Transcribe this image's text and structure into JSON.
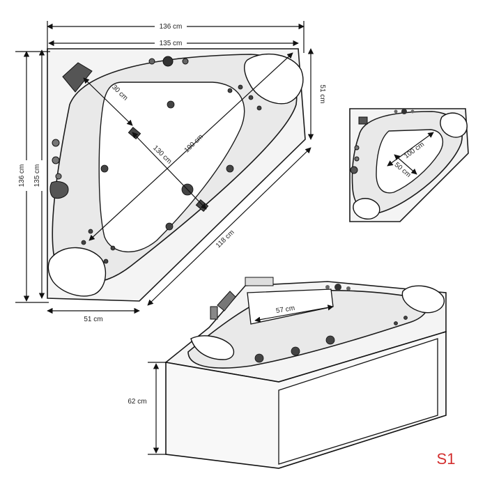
{
  "dimensions": {
    "top_outer": "136 cm",
    "top_inner": "135 cm",
    "right_side": "51 cm",
    "left_outer": "136 cm",
    "left_inner": "135 cm",
    "bottom_side": "51 cm",
    "diagonal_front": "118 cm",
    "jet_spacing": "30 cm",
    "basin_length": "190 cm",
    "basin_width": "130 cm",
    "small_length": "100 cm",
    "small_width": "50 cm",
    "seat_width": "57 cm",
    "height": "62 cm"
  },
  "variant_code": "S1",
  "colors": {
    "accent": "#d32f2f",
    "line": "#111111",
    "fill": "#f4f4f4"
  }
}
